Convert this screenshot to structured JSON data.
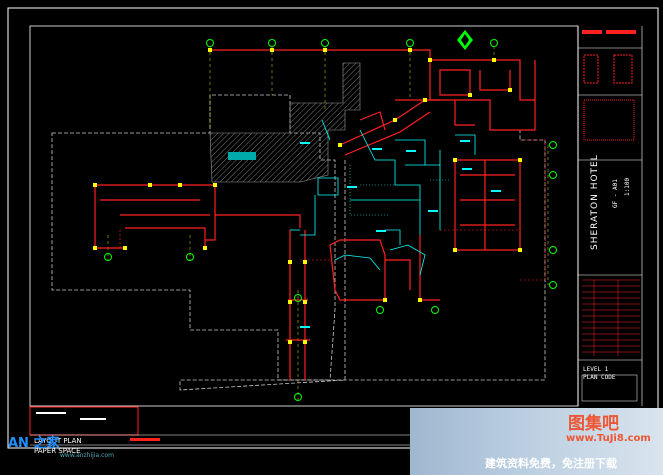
{
  "drawing": {
    "hotel_title": "SHERATON HOTEL",
    "sheet_code_a": "GF - A01",
    "sheet_code_b": "1:100",
    "layout_tab": "LAYOUT PLAN",
    "paper_tab": "PAPER SPACE",
    "level_label": "LEVEL 1",
    "level_sub": "PLAN CODE"
  },
  "watermark": {
    "site_name": "图集吧",
    "site_url": "www.TuJi8.com",
    "slogan": "建筑资料免费，免注册下载",
    "logo_text": "AN",
    "secondary": "之家",
    "secondary_url": "www.anzhijia.com"
  },
  "colors": {
    "wall_red": "#ff2020",
    "grid_yellow": "#ffff00",
    "room_cyan": "#00ffff",
    "bubble_green": "#00ff00",
    "frame_white": "#ffffff"
  }
}
